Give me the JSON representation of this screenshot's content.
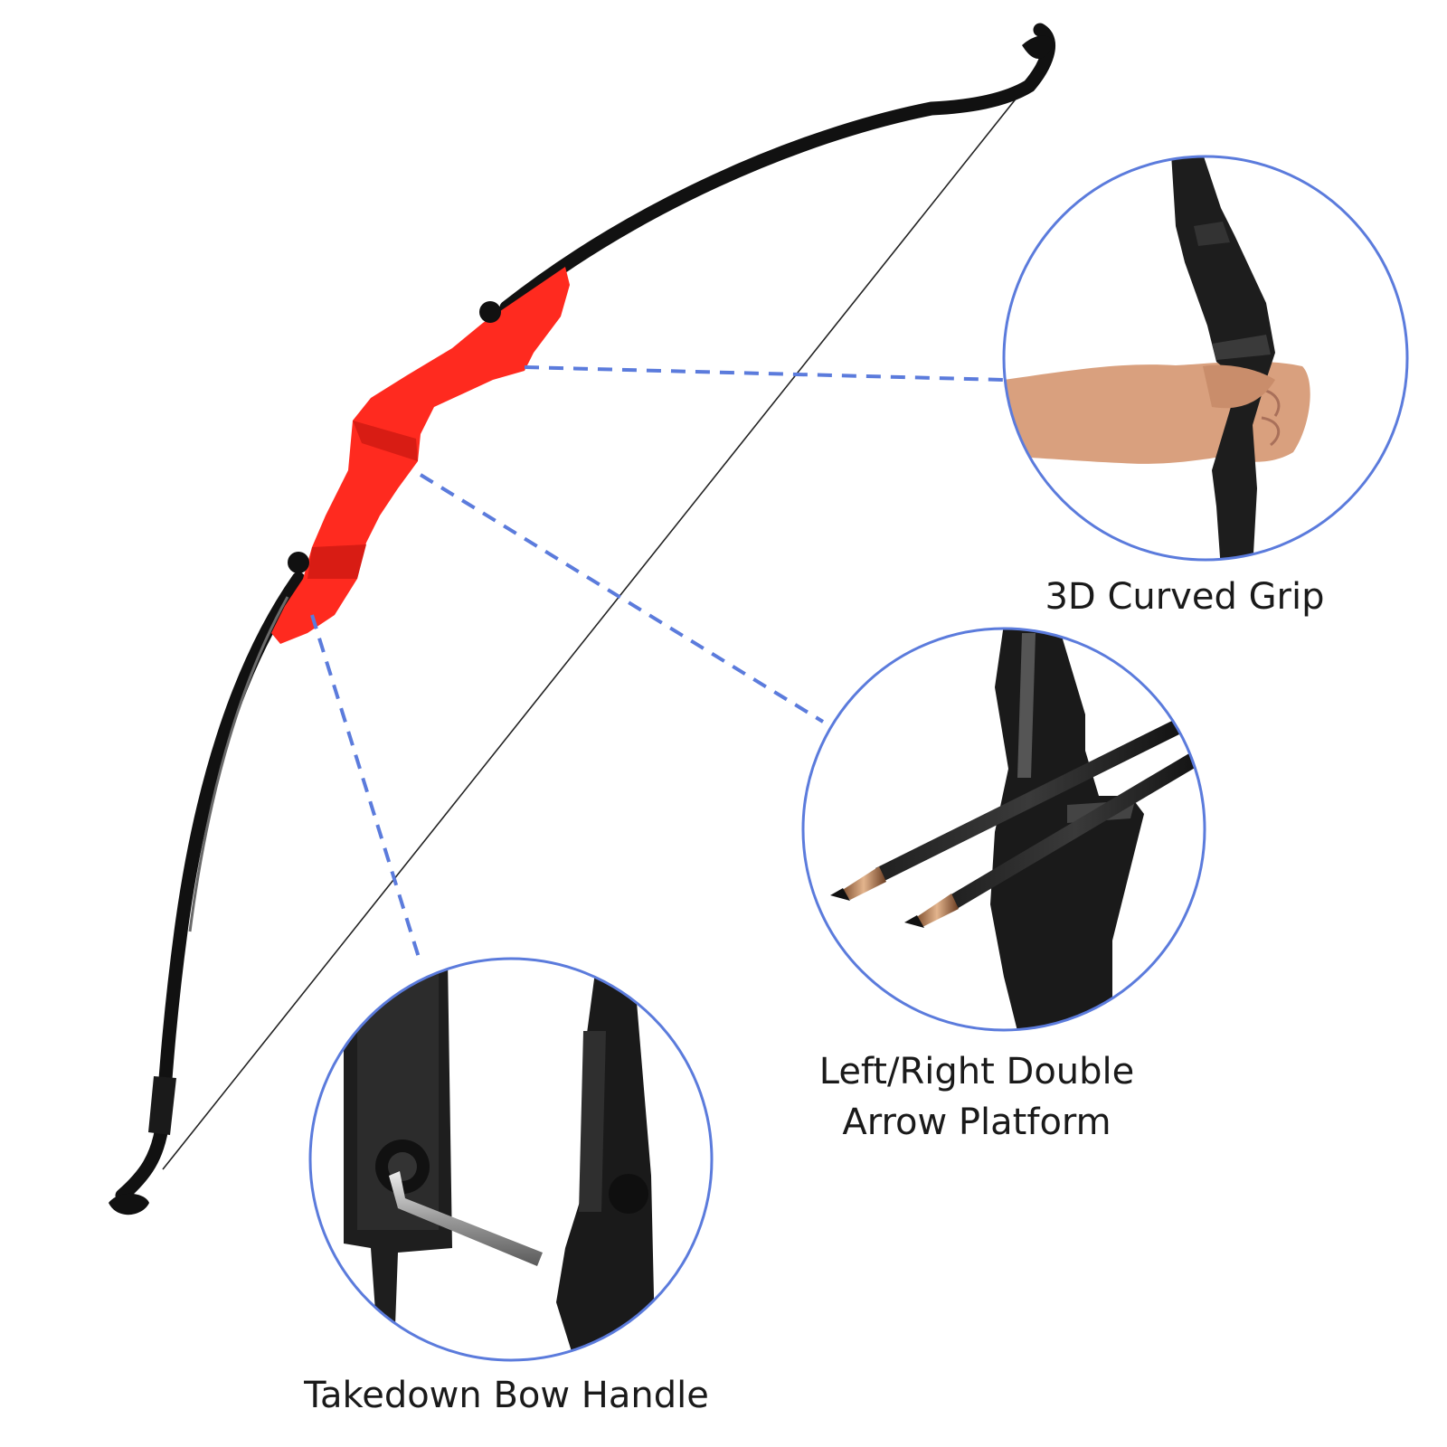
{
  "callouts": {
    "grip": {
      "label": "3D Curved Grip"
    },
    "platform": {
      "line1": "Left/Right Double",
      "line2": "Arrow Platform"
    },
    "handle": {
      "label": "Takedown Bow Handle"
    }
  },
  "colors": {
    "riser": "#ff2a1f",
    "limbs": "#111111",
    "callout_ring": "#5b7bdc",
    "skin": "#d9a07e"
  },
  "icons": [
    "recurve-bow-icon",
    "hand-icon",
    "arrow-icon",
    "hex-key-icon"
  ]
}
